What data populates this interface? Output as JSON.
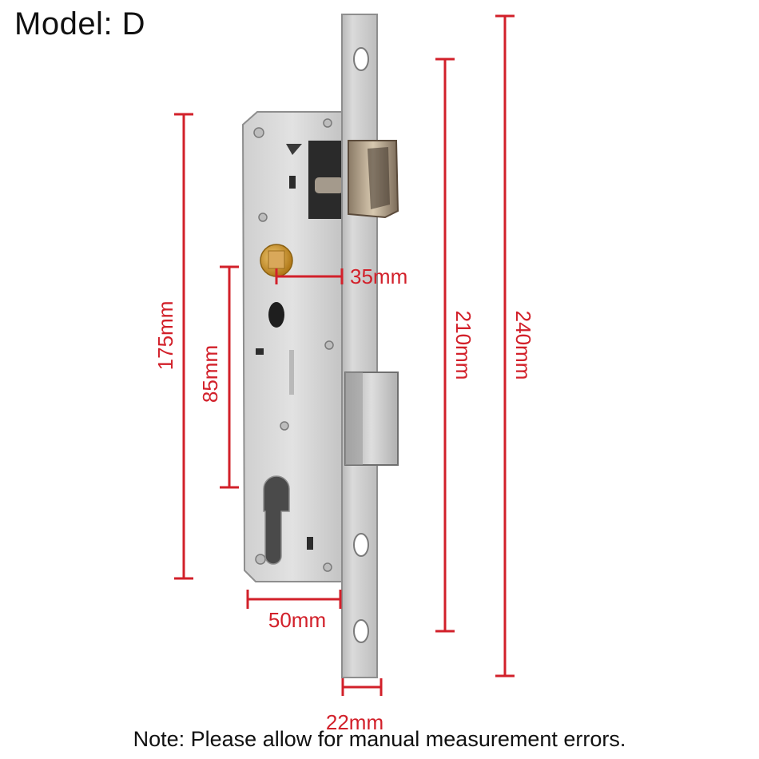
{
  "title": "Model: D",
  "note": "Note: Please allow for manual measurement errors.",
  "colors": {
    "dimension": "#d2202a",
    "steel_light": "#d9d9d9",
    "steel_dark": "#9a9a9a",
    "brass": "#c8902a",
    "text": "#111111"
  },
  "dimensions": {
    "backset": "35mm",
    "total_height": "240mm",
    "faceplate_height": "210mm",
    "body_height": "175mm",
    "center_distance": "85mm",
    "body_width": "50mm",
    "faceplate_width": "22mm"
  }
}
